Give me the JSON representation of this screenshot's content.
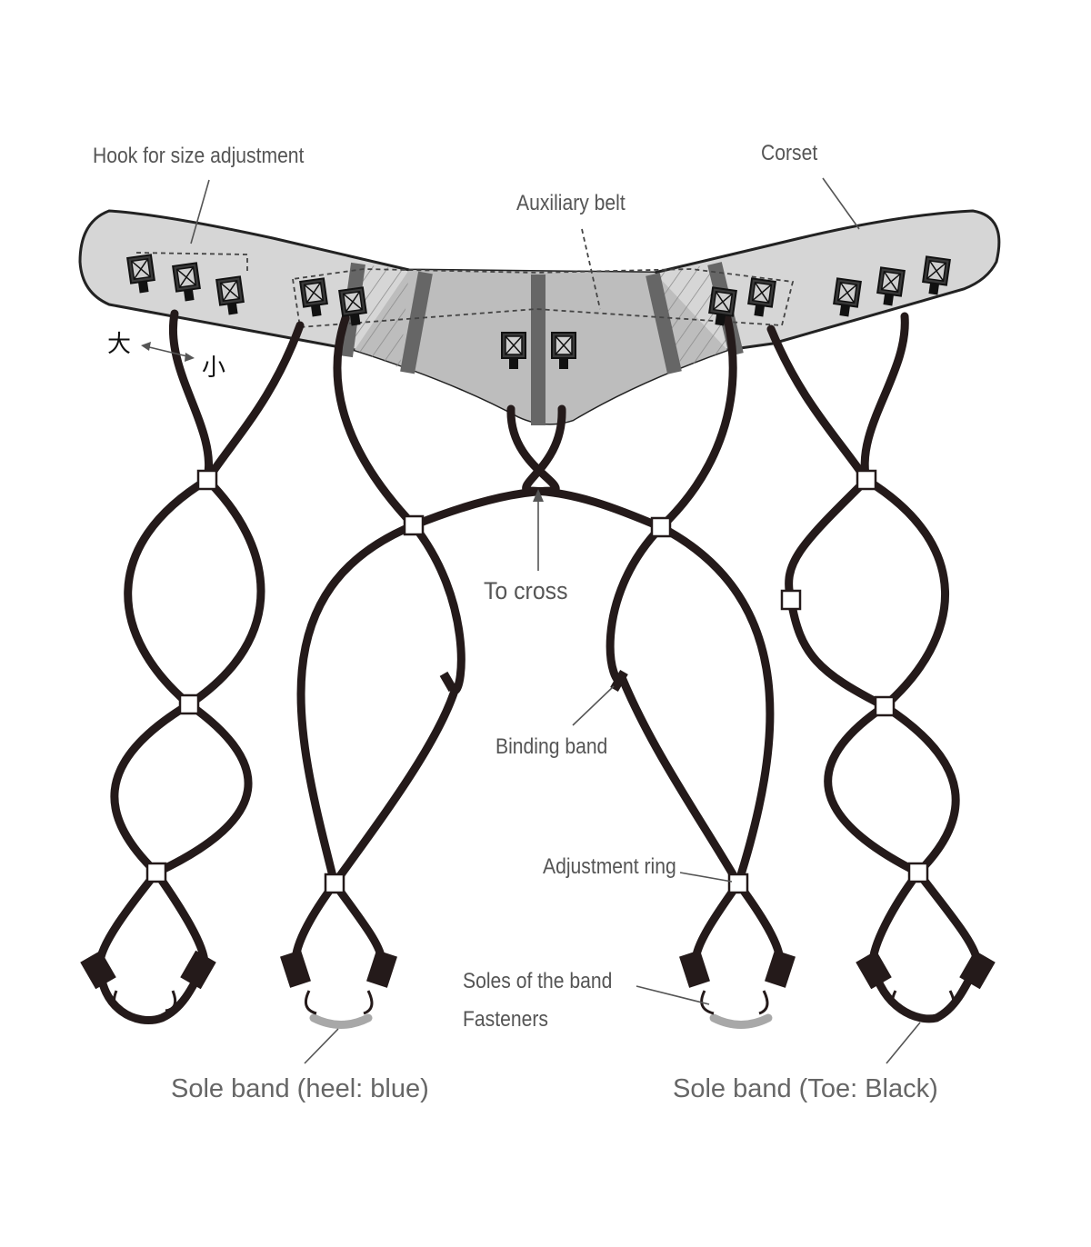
{
  "labels": {
    "hook": "Hook for size adjustment",
    "corset": "Corset",
    "auxiliary_belt": "Auxiliary belt",
    "large": "大",
    "small": "小",
    "to_cross": "To cross",
    "binding_band": "Binding band",
    "adjustment_ring": "Adjustment ring",
    "soles_of_the_band": "Soles of the band",
    "fasteners": "Fasteners",
    "sole_band_heel": "Sole band (heel: blue)",
    "sole_band_toe": "Sole band (Toe: Black)"
  },
  "colors": {
    "corset_fill": "#d6d6d6",
    "center_panel": "#bdbdbd",
    "stripe": "#666666",
    "strap": "#241a1a",
    "label_text": "#555555",
    "heel_pad": "#a8a8a8"
  }
}
